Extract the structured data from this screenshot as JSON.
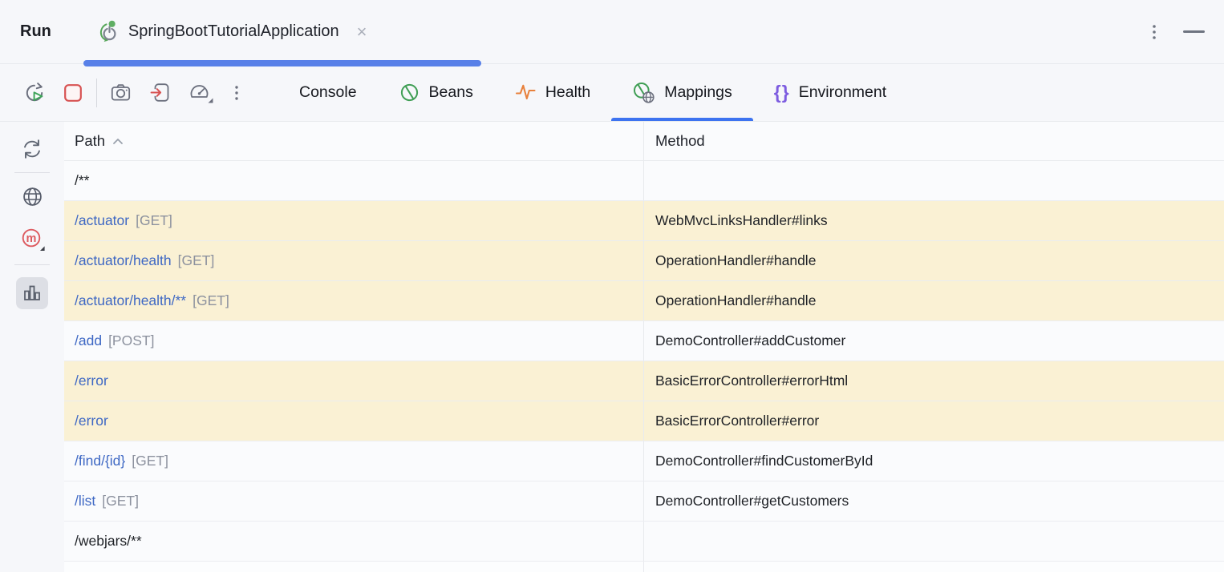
{
  "colors": {
    "panel_bg": "#f6f7fa",
    "row_bg": "#fafbfd",
    "border": "#e8eaee",
    "highlight_yellow": "#faf1d4",
    "link_blue": "#3e68c4",
    "tag_gray": "#8c919e",
    "accent_blue": "#3d73f0",
    "run_underline": "#5880e8",
    "icon_gray": "#6c707e",
    "spring_green": "#3f9e54",
    "stop_red": "#d75252",
    "health_orange": "#e8813c",
    "purple": "#7d5ce0"
  },
  "titlebar": {
    "title": "Run",
    "tab": {
      "icon": "spring-boot-run-icon",
      "label": "SpringBootTutorialApplication",
      "close_glyph": "×"
    },
    "right_icons": [
      "kebab-menu-icon",
      "minimize-icon"
    ]
  },
  "toolbar": {
    "action_icons": [
      "rerun-icon",
      "stop-icon",
      "thread-dump-camera-icon",
      "exit-icon",
      "gauge-icon",
      "more-kebab-icon"
    ],
    "tabs": [
      {
        "label": "Console",
        "icon": "none",
        "selected": false
      },
      {
        "label": "Beans",
        "icon": "bean-icon",
        "selected": false
      },
      {
        "label": "Health",
        "icon": "health-pulse-icon",
        "selected": false
      },
      {
        "label": "Mappings",
        "icon": "mappings-globe-bean-icon",
        "selected": true
      },
      {
        "label": "Environment",
        "icon": "braces-icon",
        "selected": false
      }
    ],
    "braces_glyph": "{}"
  },
  "sidebar": {
    "icons": [
      "refresh-icon",
      "globe-icon",
      "method-filter-icon",
      "columns-chart-toggle-icon"
    ],
    "selected_icon": "columns-chart-toggle-icon"
  },
  "table": {
    "columns": [
      {
        "label": "Path",
        "sorted": "ascending"
      },
      {
        "label": "Method"
      }
    ],
    "rows": [
      {
        "path": "/**",
        "tag": "",
        "method": "",
        "link": false,
        "highlighted": false
      },
      {
        "path": "/actuator",
        "tag": "[GET]",
        "method": "WebMvcLinksHandler#links",
        "link": true,
        "highlighted": true
      },
      {
        "path": "/actuator/health",
        "tag": "[GET]",
        "method": "OperationHandler#handle",
        "link": true,
        "highlighted": true
      },
      {
        "path": "/actuator/health/**",
        "tag": "[GET]",
        "method": "OperationHandler#handle",
        "link": true,
        "highlighted": true
      },
      {
        "path": "/add",
        "tag": "[POST]",
        "method": "DemoController#addCustomer",
        "link": true,
        "highlighted": false
      },
      {
        "path": "/error",
        "tag": "",
        "method": "BasicErrorController#errorHtml",
        "link": true,
        "highlighted": true
      },
      {
        "path": "/error",
        "tag": "",
        "method": "BasicErrorController#error",
        "link": true,
        "highlighted": true
      },
      {
        "path": "/find/{id}",
        "tag": "[GET]",
        "method": "DemoController#findCustomerById",
        "link": true,
        "highlighted": false
      },
      {
        "path": "/list",
        "tag": "[GET]",
        "method": "DemoController#getCustomers",
        "link": true,
        "highlighted": false
      },
      {
        "path": "/webjars/**",
        "tag": "",
        "method": "",
        "link": false,
        "highlighted": false
      }
    ]
  }
}
